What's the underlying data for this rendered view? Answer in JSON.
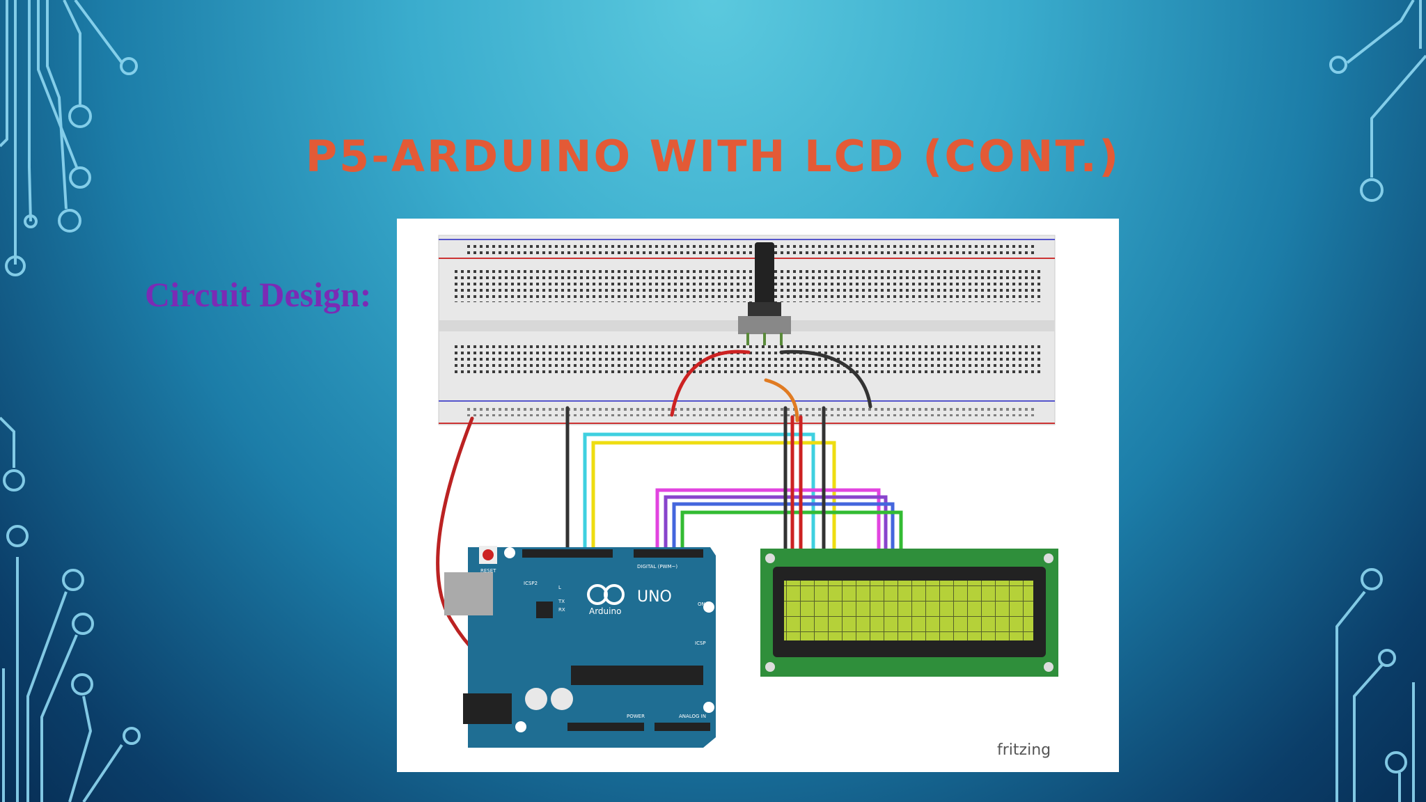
{
  "slide": {
    "title": "P5-ARDUINO WITH LCD (CONT.)",
    "subtitle": "Circuit Design:"
  },
  "figure": {
    "board_text": [
      "UNO",
      "Arduino",
      "RESET",
      "ICSP2",
      "DIGITAL (PWM~)",
      "POWER",
      "ANALOG IN",
      "ICSP",
      "TX",
      "RX",
      "L",
      "ON"
    ],
    "watermark": "fritzing"
  },
  "colors": {
    "title": "#e35a36",
    "subtitle": "#7b2bb5",
    "arduino_board": "#1f6e93",
    "lcd_board": "#2f8f3b",
    "lcd_screen": "#b5d13a",
    "circuit_lines": "#7cd0ef"
  }
}
